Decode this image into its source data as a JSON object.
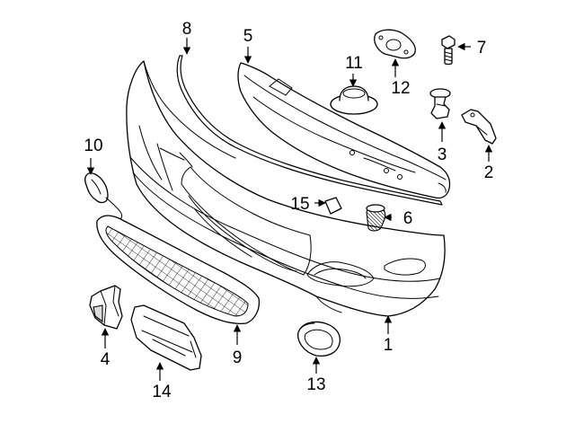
{
  "diagram": {
    "callouts": [
      {
        "id": "c1",
        "label": "1"
      },
      {
        "id": "c2",
        "label": "2"
      },
      {
        "id": "c3",
        "label": "3"
      },
      {
        "id": "c4",
        "label": "4"
      },
      {
        "id": "c5",
        "label": "5"
      },
      {
        "id": "c6",
        "label": "6"
      },
      {
        "id": "c7",
        "label": "7"
      },
      {
        "id": "c8",
        "label": "8"
      },
      {
        "id": "c9",
        "label": "9"
      },
      {
        "id": "c10",
        "label": "10"
      },
      {
        "id": "c11",
        "label": "11"
      },
      {
        "id": "c12",
        "label": "12"
      },
      {
        "id": "c13",
        "label": "13"
      },
      {
        "id": "c14",
        "label": "14"
      },
      {
        "id": "c15",
        "label": "15"
      }
    ],
    "colors": {
      "line": "#000000",
      "background": "#ffffff",
      "shade": "#dcdcdc"
    }
  }
}
